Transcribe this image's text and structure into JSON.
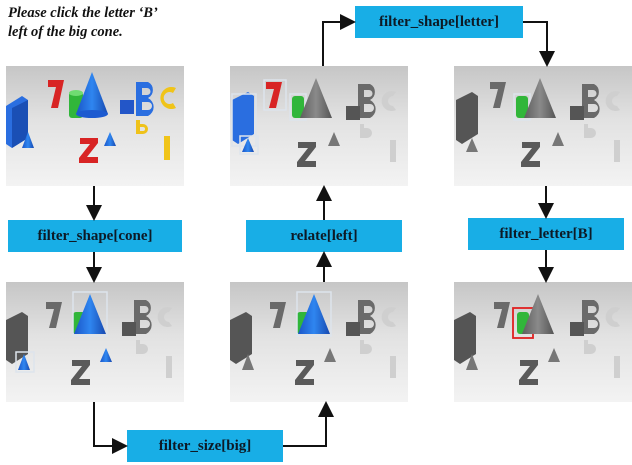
{
  "question": {
    "line1": "Please click the letter ‘B’",
    "line2": "left of the big cone."
  },
  "ops": {
    "filter_shape_cone": "filter_shape[cone]",
    "filter_size_big": "filter_size[big]",
    "relate_left": "relate[left]",
    "filter_shape_letter": "filter_shape[letter]",
    "filter_letter_B": "filter_letter[B]"
  },
  "colors": {
    "op_box": "#18aee6",
    "highlight_box": "#dde4ec",
    "answer_box": "#e02020",
    "arrow": "#111111"
  }
}
